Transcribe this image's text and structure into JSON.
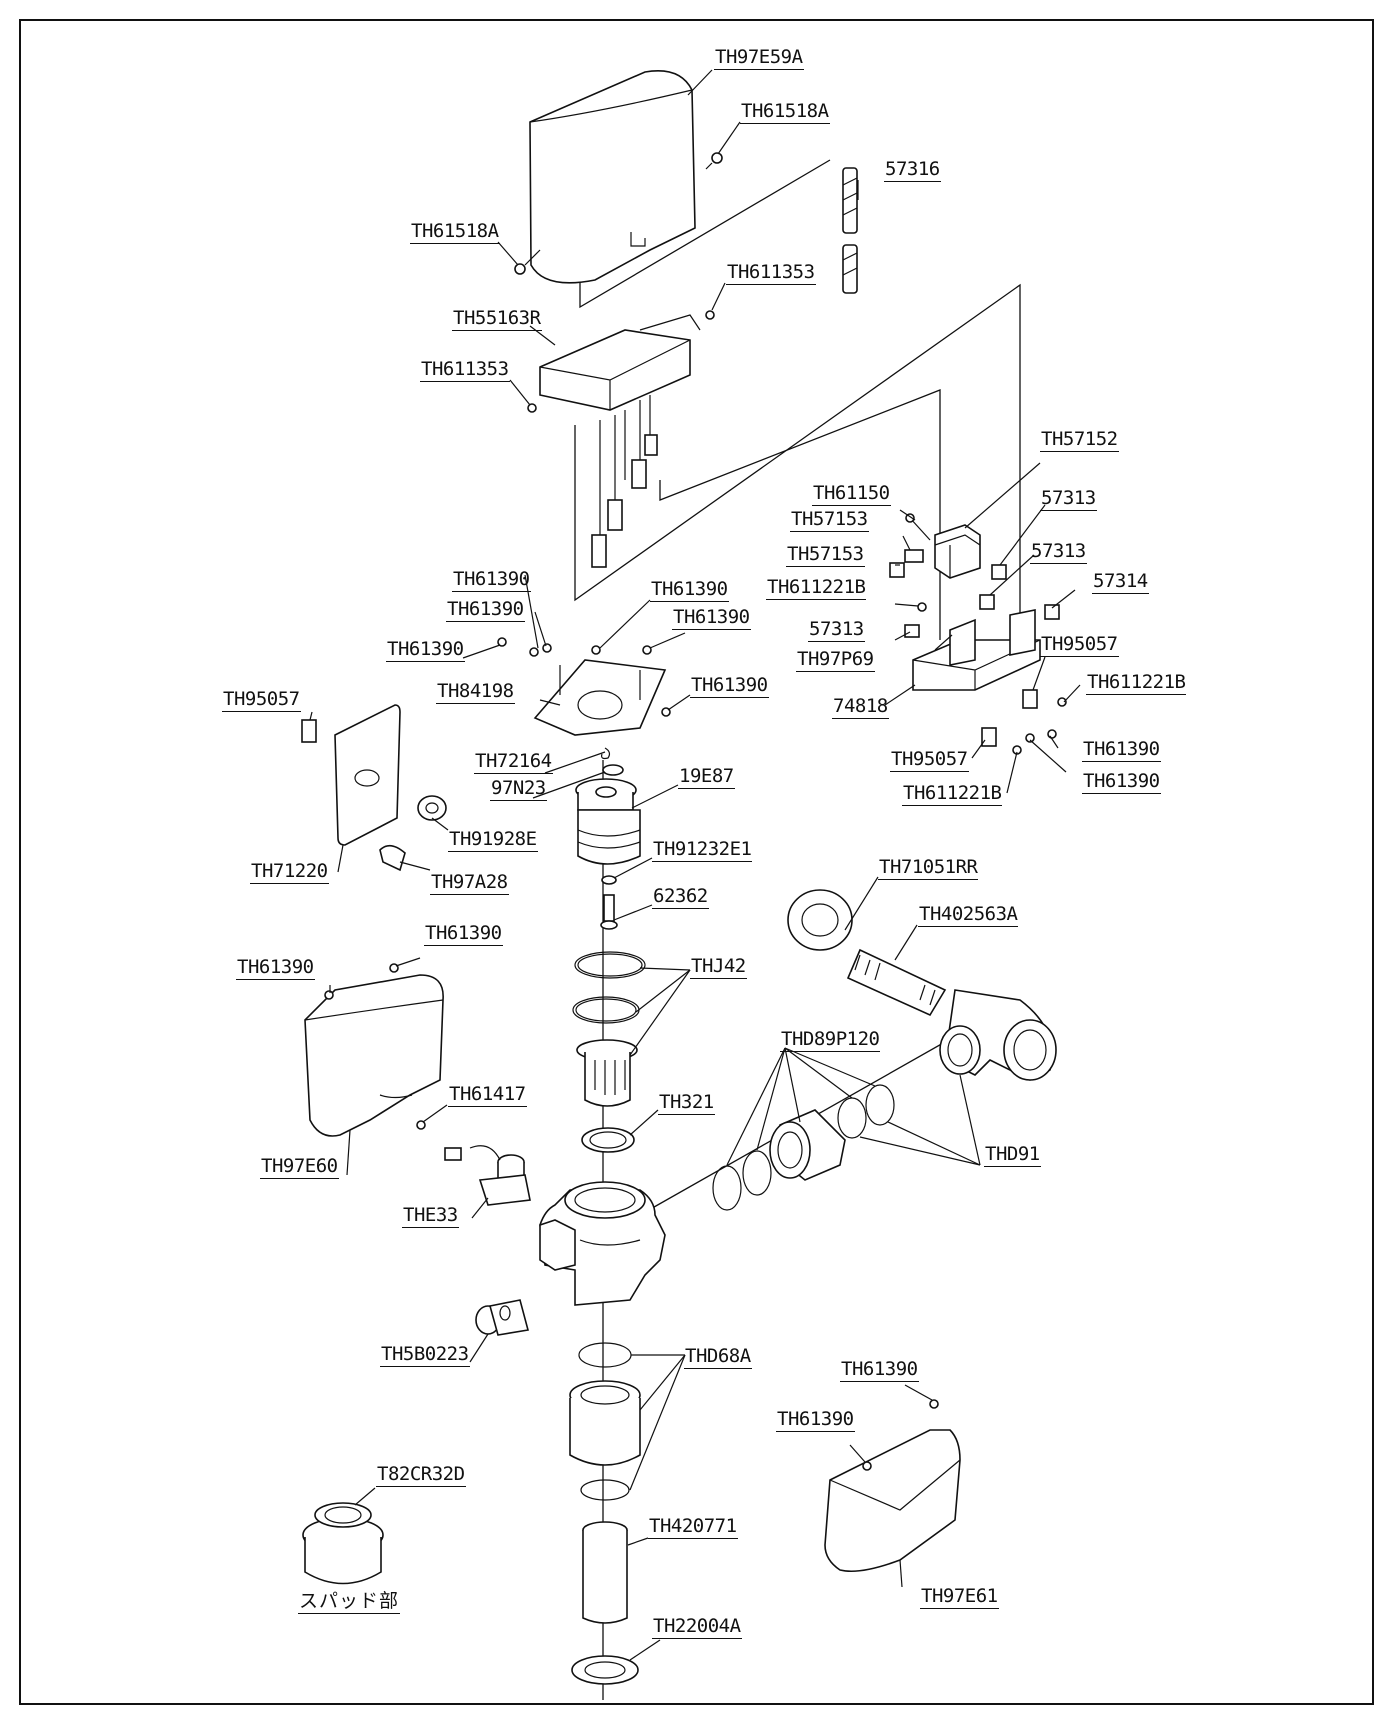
{
  "diagram": {
    "labels": {
      "th97e59a": "TH97E59A",
      "th61518a_top": "TH61518A",
      "th61518a_left": "TH61518A",
      "p57316": "57316",
      "th611353_right": "TH611353",
      "th55163r": "TH55163R",
      "th611353_left": "TH611353",
      "th57152": "TH57152",
      "th61150": "TH61150",
      "th57153_a": "TH57153",
      "th57153_b": "TH57153",
      "p57313_a": "57313",
      "p57313_b": "57313",
      "th611221b_a": "TH611221B",
      "p57314": "57314",
      "p57313_c": "57313",
      "th95057_r1": "TH95057",
      "th97p69": "TH97P69",
      "th611221b_b": "TH611221B",
      "p74818": "74818",
      "th61390_r1": "TH61390",
      "th95057_r2": "TH95057",
      "th61390_r2": "TH61390",
      "th611221b_c": "TH611221B",
      "th61390_a": "TH61390",
      "th61390_b": "TH61390",
      "th61390_c": "TH61390",
      "th61390_d": "TH61390",
      "th61390_e": "TH61390",
      "th61390_f": "TH61390",
      "th84198": "TH84198",
      "th95057_left": "TH95057",
      "th72164": "TH72164",
      "p97n23": "97N23",
      "p19e87": "19E87",
      "th91928e": "TH91928E",
      "th71220": "TH71220",
      "th97a28": "TH97A28",
      "th91232e1": "TH91232E1",
      "p62362": "62362",
      "th71051rr": "TH71051RR",
      "th402563a": "TH402563A",
      "th61390_g": "TH61390",
      "th61390_h": "TH61390",
      "thj42": "THJ42",
      "thd89p120": "THD89P120",
      "th61417": "TH61417",
      "th321": "TH321",
      "th97e60": "TH97E60",
      "thd91": "THD91",
      "the33": "THE33",
      "th5b0223": "TH5B0223",
      "thd68a": "THD68A",
      "th61390_i": "TH61390",
      "th61390_j": "TH61390",
      "t82cr32d": "T82CR32D",
      "th420771": "TH420771",
      "spud": "スパッド部",
      "th97e61": "TH97E61",
      "th22004a": "TH22004A"
    }
  }
}
